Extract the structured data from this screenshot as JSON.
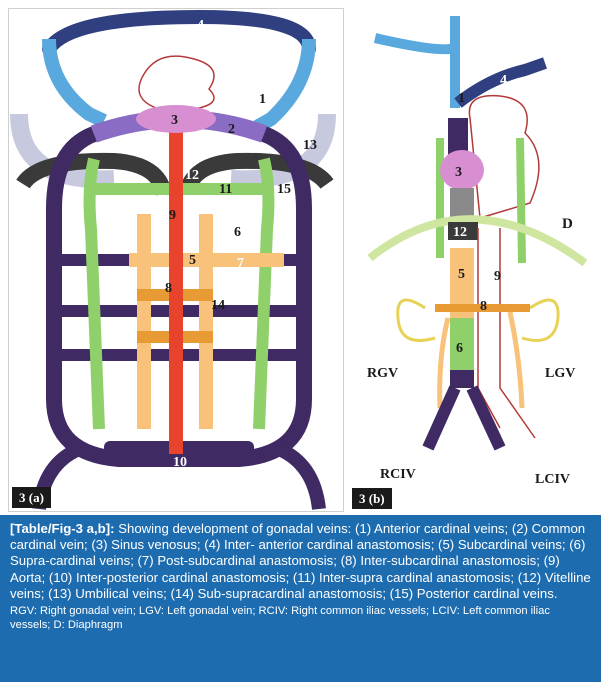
{
  "panel_a": {
    "tag": "3 (a)",
    "labels": {
      "n1": "1",
      "n2": "2",
      "n3": "3",
      "n4": "4",
      "n5": "5",
      "n6": "6",
      "n7": "7",
      "n8": "8",
      "n9": "9",
      "n10": "10",
      "n11": "11",
      "n12": "12",
      "n13": "13",
      "n14": "14",
      "n15": "15"
    }
  },
  "panel_b": {
    "tag": "3 (b)",
    "labels": {
      "n1": "1",
      "n3": "3",
      "n4": "4",
      "n5": "5",
      "n6": "6",
      "n8": "8",
      "n9": "9",
      "n12": "12",
      "D": "D",
      "RGV": "RGV",
      "LGV": "LGV",
      "RCIV": "RCIV",
      "LCIV": "LCIV"
    }
  },
  "colors": {
    "anterior_cardinal": "#5aa9de",
    "inter_anterior": "#2f3f80",
    "sinus_venosus": "#d88fd2",
    "common_cardinal": "#8a6cc4",
    "aorta": "#e8432d",
    "supracardinal": "#8fd06a",
    "subcardinal": "#f8c27a",
    "posterior_cardinal": "#3f2a63",
    "umbilical": "#c7c9de",
    "vitelline": "#3a3a3a",
    "caption_bg": "#1e6cb0"
  },
  "caption": {
    "lead": "[Table/Fig-3 a,b]:",
    "text": " Showing development of gonadal veins: (1) Anterior cardinal veins; (2) Common cardinal vein; (3) Sinus venosus; (4) Inter- anterior cardinal anastomosis; (5) Subcardinal veins; (6) Supra-cardinal veins; (7) Post-subcardinal anastomosis; (8) Inter-subcardinal anastomosis; (9) Aorta; (10) Inter-posterior cardinal anastomosis; (11) Inter-supra cardinal anastomosis; (12) Vitelline veins; (13) Umbilical veins; (14) Sub-supracardinal anastomosis; (15) Posterior cardinal veins.",
    "abbreviations": "RGV: Right gonadal vein; LGV: Left gonadal vein; RCIV: Right common iliac vessels; LCIV: Left common iliac vessels; D: Diaphragm"
  }
}
